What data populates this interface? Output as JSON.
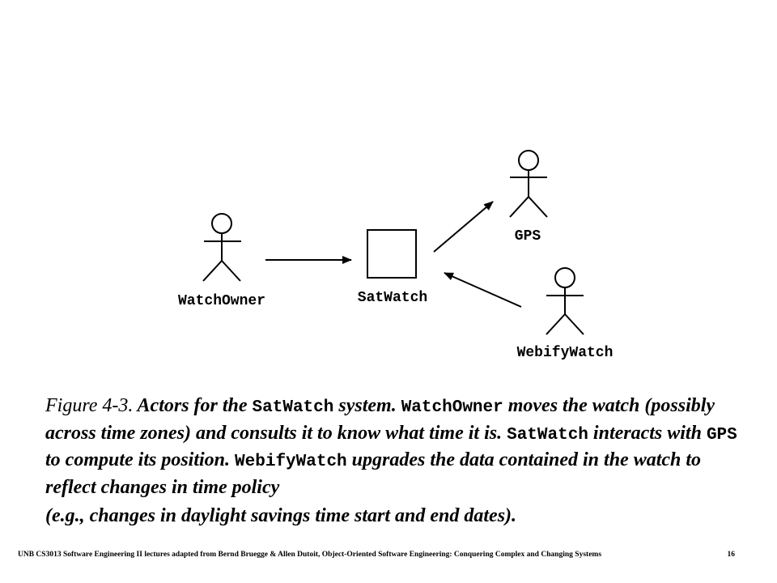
{
  "diagram": {
    "actors": {
      "watch_owner": "WatchOwner",
      "gps": "GPS",
      "webify_watch": "WebifyWatch"
    },
    "system": "SatWatch"
  },
  "caption": {
    "figure_label": "Figure 4-3.",
    "p1": " Actors for the ",
    "c1": "SatWatch",
    "p2": " system. ",
    "c2": "WatchOwner",
    "p3": " moves the watch (possibly across time zones) and consults it to know what time it is. ",
    "c3": "SatWatch",
    "p4": " interacts with ",
    "c4": "GPS",
    "p5": " to compute its position. ",
    "c5": "WebifyWatch",
    "p6": " upgrades the data contained in the watch to reflect changes in time policy",
    "p7": "(e.g., changes in daylight savings time start and end dates)."
  },
  "footer": {
    "credit": "UNB CS3013 Software Engineering II lectures adapted from Bernd Bruegge & Allen Dutoit, Object-Oriented Software Engineering: Conquering Complex and Changing Systems",
    "page_number": "16"
  }
}
